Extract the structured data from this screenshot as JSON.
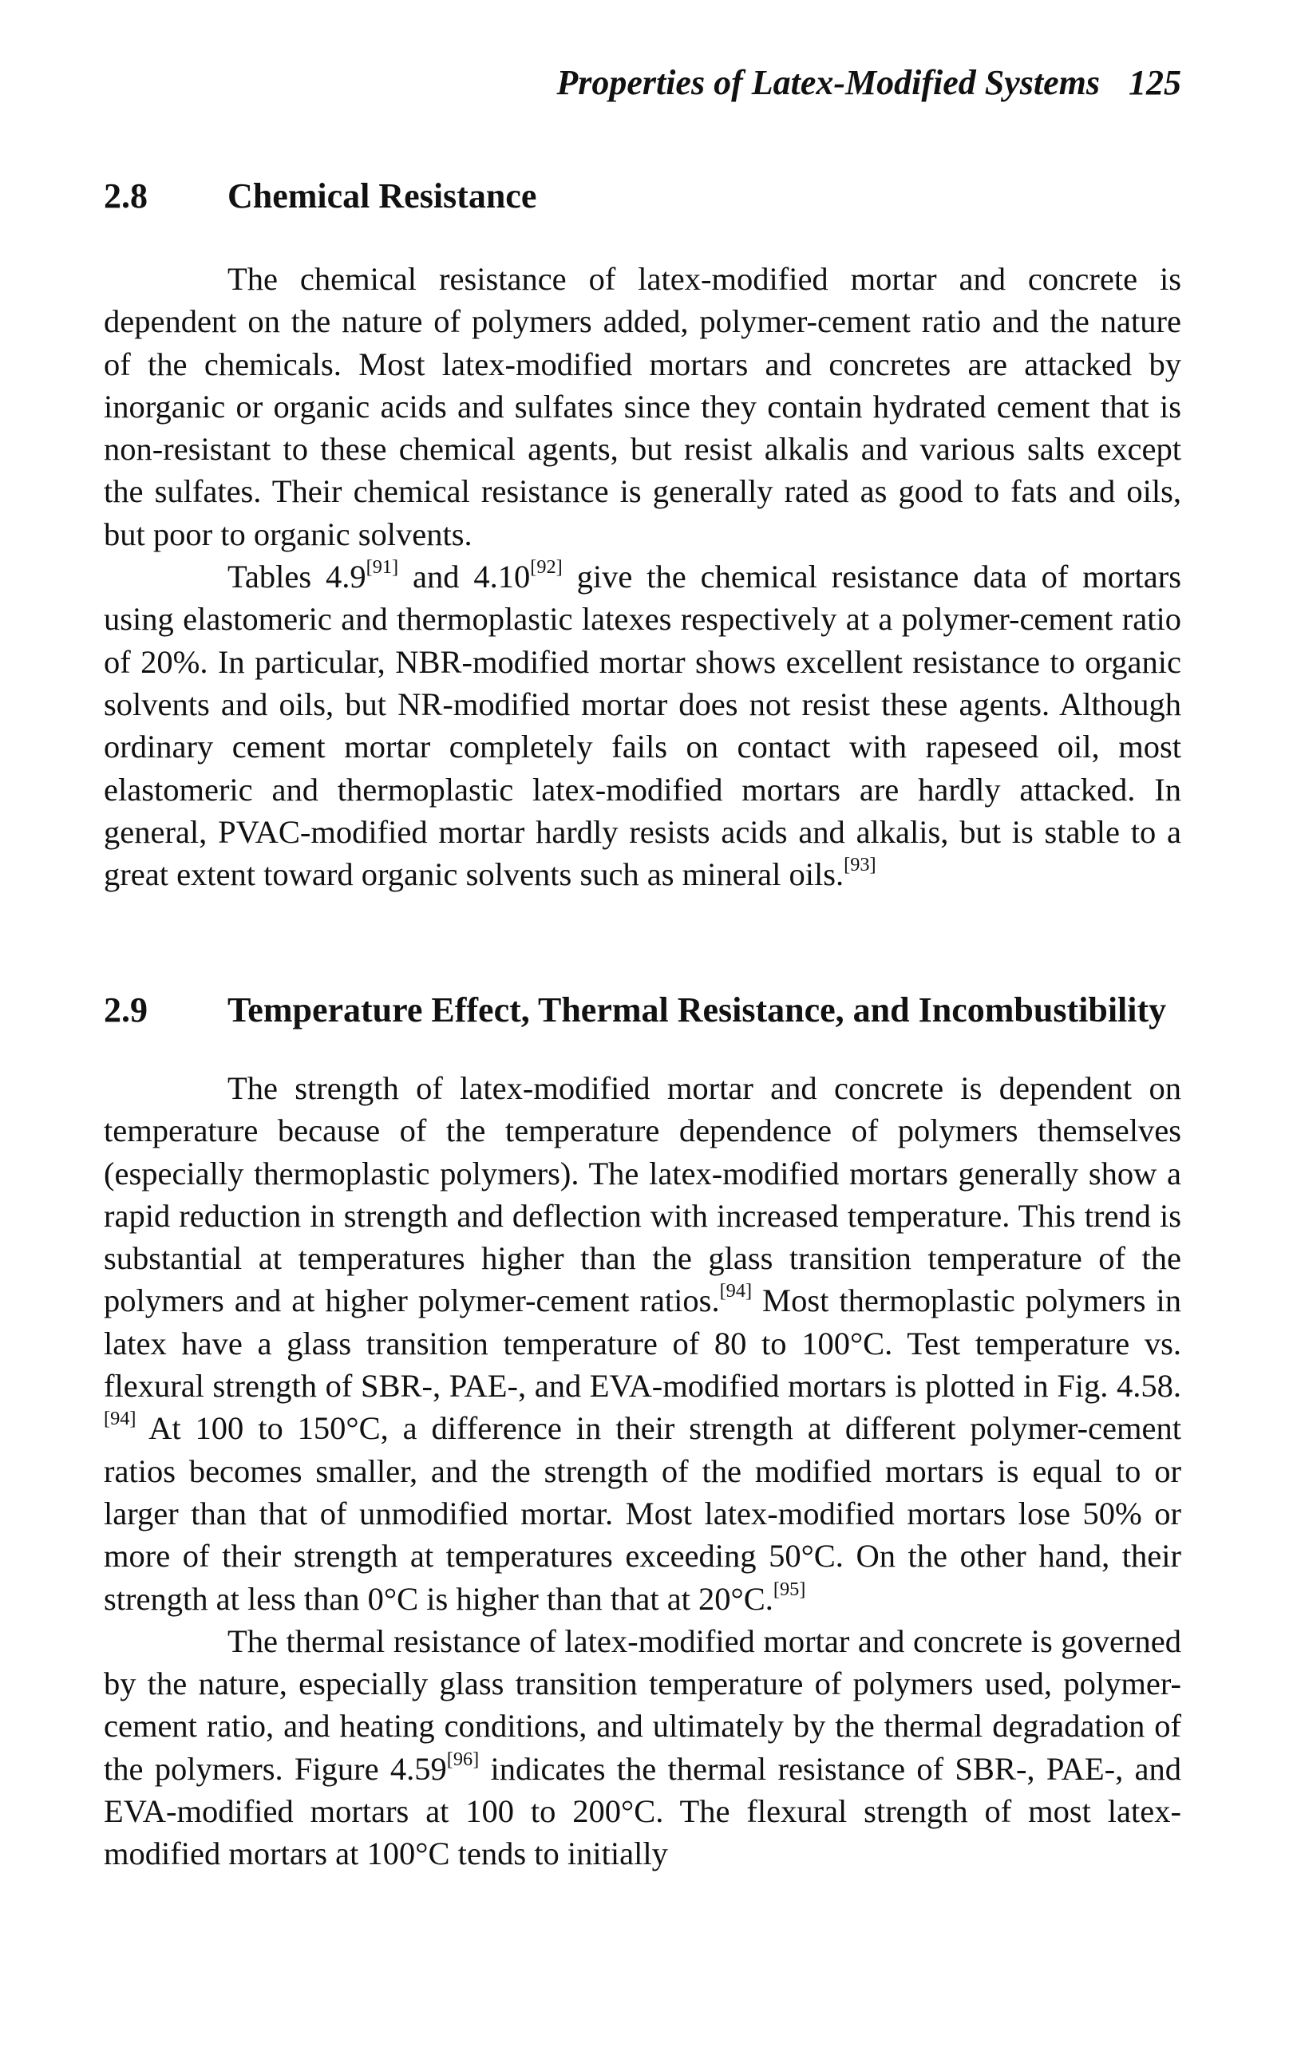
{
  "running_head": {
    "title": "Properties of Latex-Modified Systems",
    "page_number": "125"
  },
  "section_2_8": {
    "number": "2.8",
    "title": "Chemical Resistance",
    "p1": "The chemical resistance of latex-modified mortar and concrete is dependent on the nature of polymers added, polymer-cement ratio and the nature of the chemicals. Most latex-modified mortars and concretes are attacked by inorganic or organic acids and sulfates since they contain hydrated cement that is non-resistant to these chemical agents, but resist alkalis and various salts except the sulfates. Their chemical resistance is generally rated as good to fats and oils, but poor to organic solvents.",
    "p2": {
      "t1": "Tables 4.9",
      "ref1": "[91]",
      "t2": " and 4.10",
      "ref2": "[92]",
      "t3": " give the chemical resistance data of mortars using elastomeric and thermoplastic latexes respectively at a polymer-cement ratio of 20%. In particular, NBR-modified mortar shows excellent resistance to organic solvents and oils, but NR-modified mortar does not resist these agents. Although ordinary cement mortar completely fails on contact with rapeseed oil, most elastomeric and thermoplastic latex-modified mortars are hardly attacked. In general, PVAC-modified mortar hardly resists acids and alkalis, but is stable to a great extent toward organic solvents such as mineral oils.",
      "ref3": "[93]"
    }
  },
  "section_2_9": {
    "number": "2.9",
    "title": "Temperature Effect, Thermal Resistance, and Incombustibility",
    "p1": {
      "t1": "The strength of latex-modified mortar and concrete is dependent on temperature because of the temperature dependence of polymers themselves (especially thermoplastic polymers). The latex-modified mortars generally show a rapid reduction in strength and deflection with increased temperature. This trend is substantial at temperatures higher than the glass transition temperature of the polymers and at higher polymer-cement ratios.",
      "ref1": "[94]",
      "t2": " Most thermoplastic polymers in latex have a glass transition temperature of 80 to 100°C. Test temperature vs. flexural strength of SBR-, PAE-, and EVA-modified mortars is plotted in Fig. 4.58.",
      "ref2": "[94]",
      "t3": " At 100 to 150°C, a difference in their strength at different polymer-cement ratios becomes smaller, and the strength of the modified mortars is equal to or larger than that of unmodified mortar. Most latex-modified mortars lose 50% or more of their strength at temperatures exceeding 50°C. On the other hand, their strength at less than 0°C is higher than that at 20°C.",
      "ref3": "[95]"
    },
    "p2": {
      "t1": "The thermal resistance of latex-modified mortar and concrete is governed by the nature, especially glass transition temperature of polymers used, polymer-cement ratio, and heating conditions, and ultimately by the thermal degradation of the polymers. Figure 4.59",
      "ref1": "[96]",
      "t2": " indicates the thermal resistance of SBR-, PAE-, and EVA-modified mortars at 100 to 200°C. The flexural strength of most latex-modified mortars at 100°C tends to initially"
    }
  }
}
